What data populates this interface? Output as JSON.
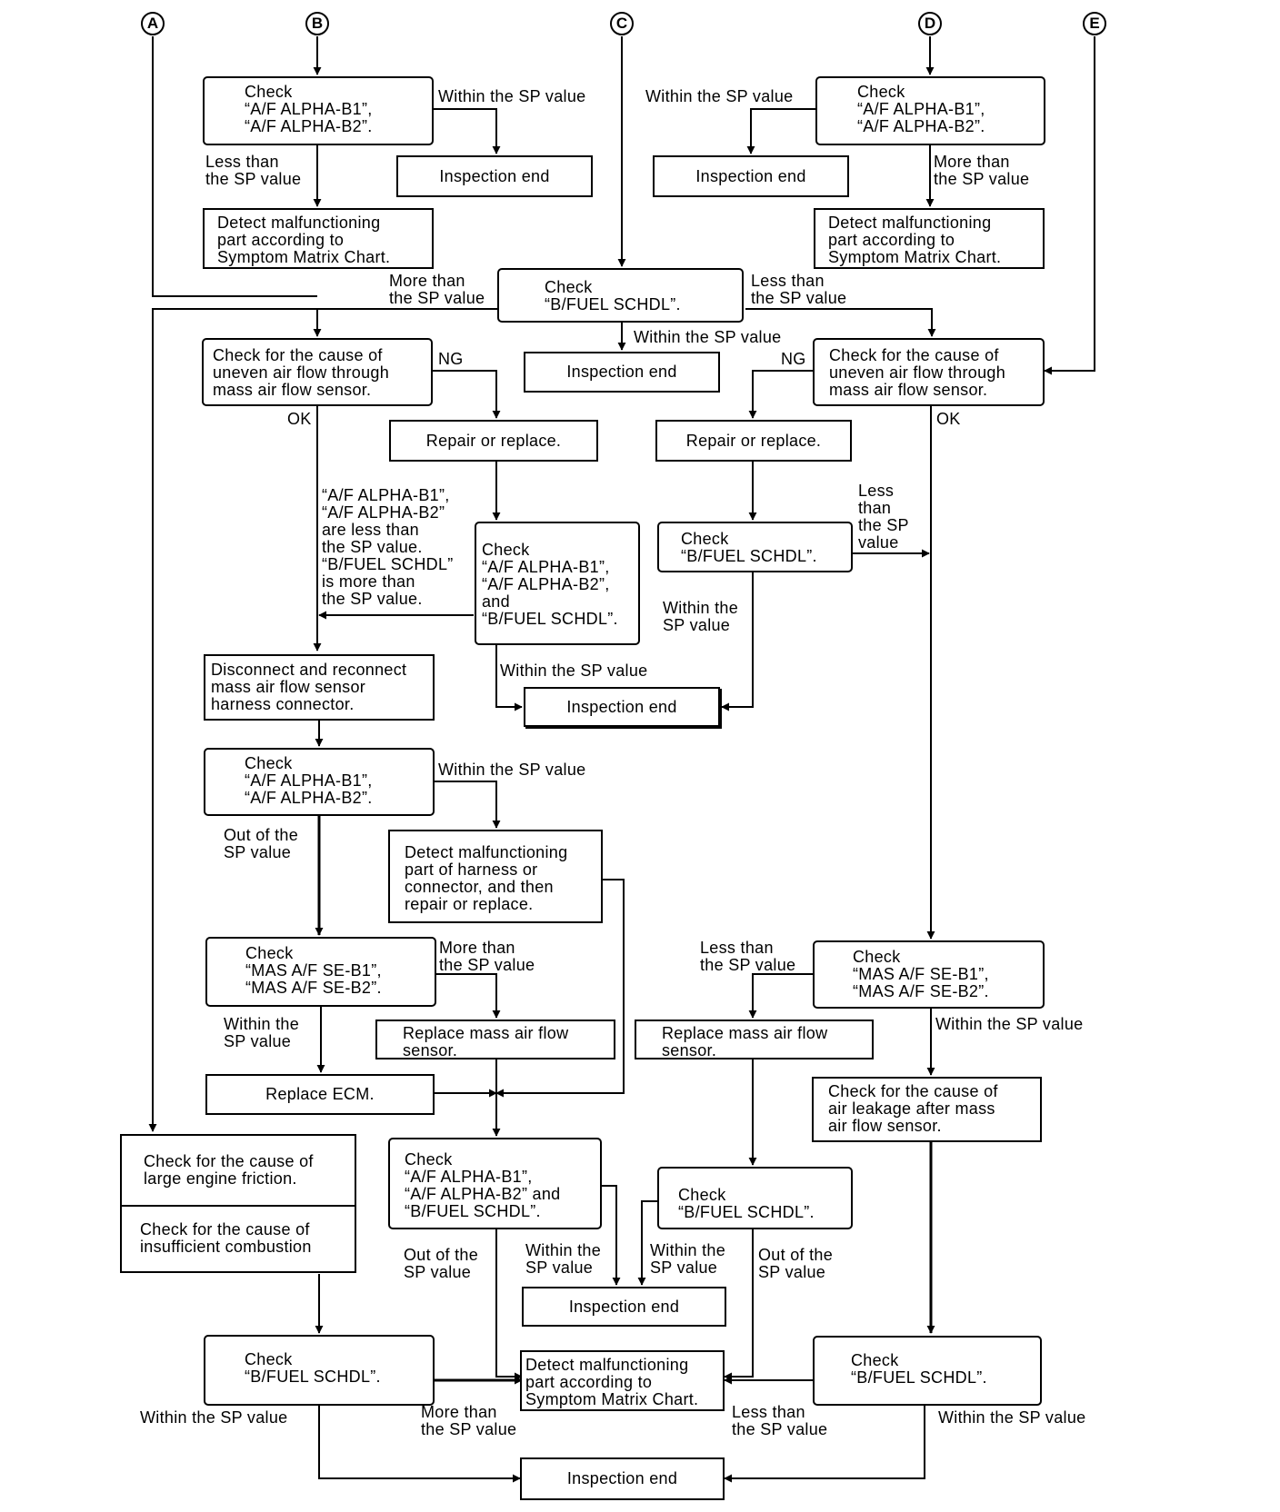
{
  "connectors": {
    "a": "A",
    "b": "B",
    "c": "C",
    "d": "D",
    "e": "E"
  },
  "boxes": {
    "b_check_af": "Check\n“A/F ALPHA-B1”,\n“A/F ALPHA-B2”.",
    "b_insp_end": "Inspection end",
    "b_detect_matrix": "Detect malfunctioning\npart according to\nSymptom Matrix Chart.",
    "d_check_af": "Check\n“A/F ALPHA-B1”,\n“A/F ALPHA-B2”.",
    "d_insp_end": "Inspection end",
    "d_detect_matrix": "Detect malfunctioning\npart according to\nSymptom Matrix Chart.",
    "c_check_fuel": "Check\n“B/FUEL SCHDL”.",
    "c_insp_end": "Inspection end",
    "l_uneven": "Check for the cause of\nuneven air flow through\nmass air flow sensor.",
    "l_repair": "Repair or replace.",
    "r_uneven": "Check for the cause of\nuneven air flow through\nmass air flow sensor.",
    "r_repair": "Repair or replace.",
    "l_check_three": "Check\n“A/F ALPHA-B1”,\n“A/F ALPHA-B2”,\nand\n“B/FUEL SCHDL”.",
    "r_check_fuel": "Check\n“B/FUEL SCHDL”.",
    "mid_insp_end": "Inspection end",
    "l_disconnect": "Disconnect and reconnect\nmass air flow sensor\nharness connector.",
    "l_check_af2": "Check\n“A/F ALPHA-B1”,\n“A/F ALPHA-B2”.",
    "l_detect_harness": "Detect malfunctioning\npart of harness or\nconnector, and then\nrepair or replace.",
    "l_check_mas": "Check\n“MAS A/F SE-B1”,\n“MAS A/F SE-B2”.",
    "r_check_mas": "Check\n“MAS A/F SE-B1”,\n“MAS A/F SE-B2”.",
    "l_replace_mafs": "Replace mass air flow\nsensor.",
    "r_replace_mafs": "Replace mass air flow\nsensor.",
    "l_replace_ecm": "Replace ECM.",
    "r_air_leak": "Check for the cause of\nair leakage after mass\nair flow sensor.",
    "a_friction": "Check for the cause of\nlarge engine friction.",
    "a_combustion": "Check for the cause of\ninsufficient combustion",
    "m_check_three": "Check\n“A/F ALPHA-B1”,\n“A/F ALPHA-B2” and\n“B/FUEL SCHDL”.",
    "r_check_fuel2": "Check\n“B/FUEL SCHDL”.",
    "low_insp_end": "Inspection end",
    "bl_check_fuel": "Check\n“B/FUEL SCHDL”.",
    "bm_detect_matrix": "Detect malfunctioning\npart  according to\nSymptom Matrix Chart.",
    "br_check_fuel": "Check\n“B/FUEL SCHDL”.",
    "bottom_insp_end": "Inspection end"
  },
  "labels": {
    "b_within": "Within the SP value",
    "b_less": "Less than\nthe SP value",
    "d_within": "Within the SP value",
    "d_more": "More than\nthe SP value",
    "c_more": "More than\nthe SP value",
    "c_less": "Less than\nthe SP value",
    "c_within": "Within the SP value",
    "l_ng": "NG",
    "l_ok": "OK",
    "r_ng": "NG",
    "r_ok": "OK",
    "l_cond": "“A/F ALPHA-B1”,\n“A/F ALPHA-B2”\nare less than\nthe SP value.\n“B/FUEL SCHDL”\nis more than\nthe SP value.",
    "r_less": "Less\nthan\nthe SP\nvalue",
    "r_within_the": "Within the\nSP value",
    "l3_within": "Within the SP value",
    "af2_within": "Within the SP value",
    "af2_out": "Out of the\nSP value",
    "lmas_more": "More than\nthe SP value",
    "lmas_within": "Within the\nSP value",
    "rmas_less": "Less than\nthe SP value",
    "rmas_within": "Within the SP value",
    "m3_out": "Out of the\nSP value",
    "m3_within": "Within the\nSP value",
    "rf2_within": "Within the\nSP value",
    "rf2_out": "Out of the\nSP value",
    "bl_within": "Within the SP value",
    "bl_more": "More than\nthe SP value",
    "br_less": "Less than\nthe SP value",
    "br_within": "Within the SP value"
  }
}
